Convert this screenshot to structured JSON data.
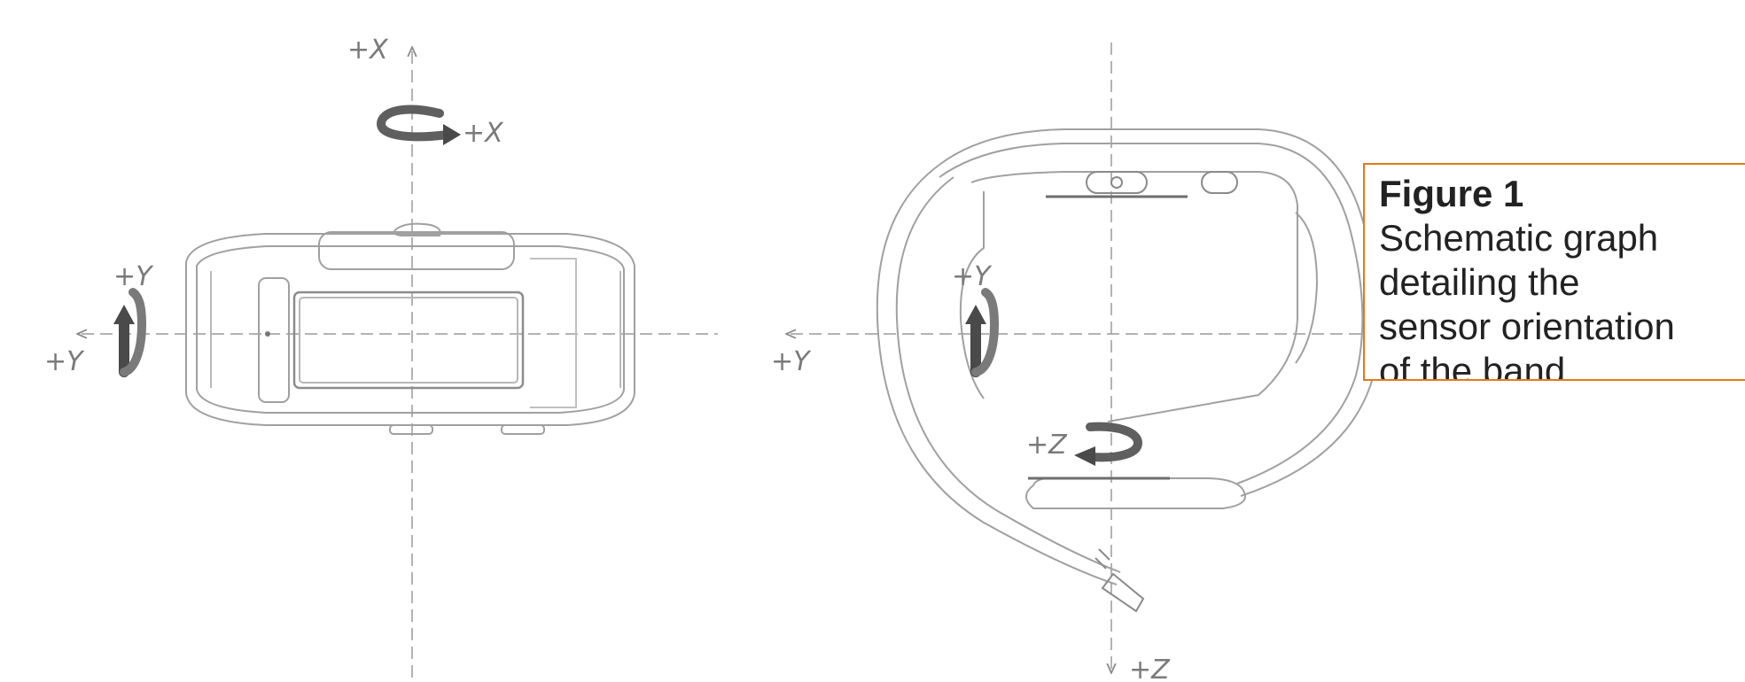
{
  "colors": {
    "axis": "#9a9a9a",
    "drawing": "#9c9c9c",
    "arrow": "#5f5f5f",
    "caption_border": "#e07b1a",
    "text": "#222222"
  },
  "left_view": {
    "label_x_axis": "+X",
    "label_x_rotation": "+X",
    "label_y_axis": "+Y",
    "label_y_rotation": "+Y"
  },
  "right_view": {
    "label_y_axis": "+Y",
    "label_y_rotation": "+Y",
    "label_z_rotation": "+Z",
    "label_z_axis": "+Z"
  },
  "caption": {
    "title": "Figure 1",
    "text": "Schematic graph\ndetailing the\nsensor orientation\nof the band"
  }
}
